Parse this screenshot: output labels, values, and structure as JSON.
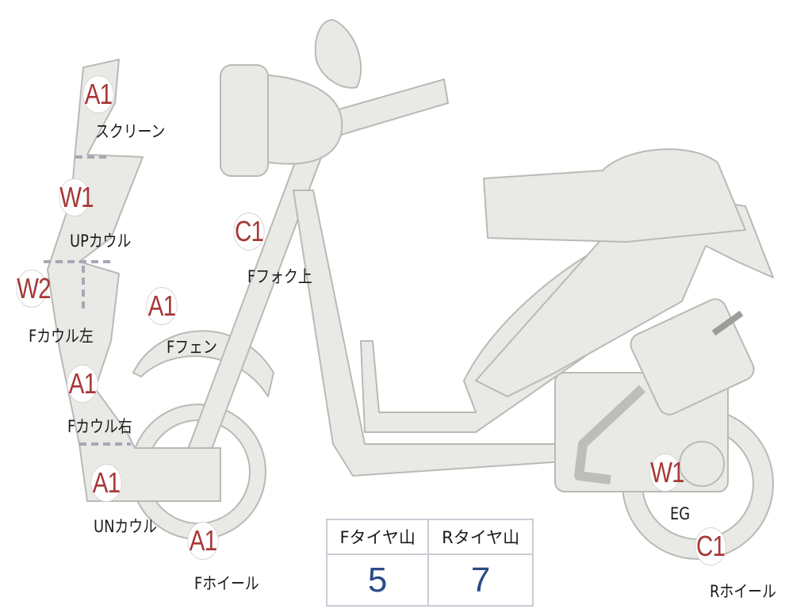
{
  "parts": [
    {
      "id": "screen",
      "code": "A1",
      "label": "スクリーン"
    },
    {
      "id": "up-cowl",
      "code": "W1",
      "label": "UPカウル"
    },
    {
      "id": "f-cowl-left",
      "code": "W2",
      "label": "Fカウル左"
    },
    {
      "id": "f-cowl-right",
      "code": "A1",
      "label": "Fカウル右"
    },
    {
      "id": "un-cowl",
      "code": "A1",
      "label": "UNカウル"
    },
    {
      "id": "f-wheel",
      "code": "A1",
      "label": "Fホイール"
    },
    {
      "id": "f-fork-upper",
      "code": "C1",
      "label": "Fフォク上"
    },
    {
      "id": "f-fender",
      "code": "A1",
      "label": "Fフェン"
    },
    {
      "id": "engine",
      "code": "W1",
      "label": "EG"
    },
    {
      "id": "r-wheel",
      "code": "C1",
      "label": "Rホイール"
    }
  ],
  "tire_table": {
    "headers": [
      "Fタイヤ山",
      "Rタイヤ山"
    ],
    "values": [
      "5",
      "7"
    ]
  },
  "colors": {
    "badge_text": "#a73838",
    "body_fill": "#e9e9e5",
    "outline": "#b9b9b6",
    "value_text": "#2c4a86"
  }
}
